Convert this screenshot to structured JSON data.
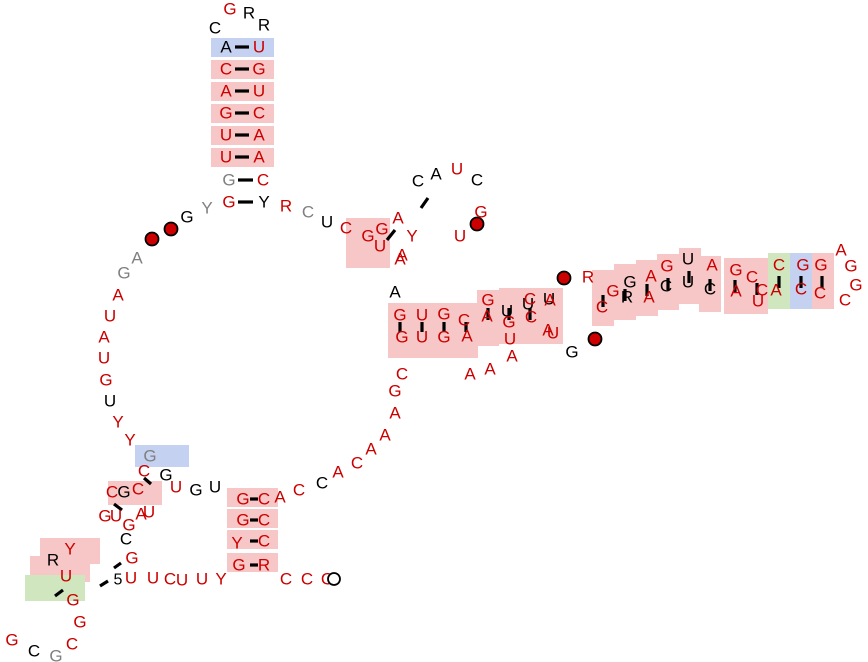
{
  "colors": {
    "red": "#cc0000",
    "black": "#000000",
    "gray": "#808080",
    "hl_red": "#f7c6c6",
    "hl_blue": "#c4d1f0",
    "hl_green": "#cfe6bf",
    "marker_fill": "#cc0000"
  },
  "five_prime_label": "5",
  "nucleotides": [
    {
      "ch": "C",
      "c": "black"
    },
    {
      "ch": "G",
      "c": "red"
    },
    {
      "ch": "R",
      "c": "black"
    },
    {
      "ch": "R",
      "c": "black"
    },
    {
      "ch": "A",
      "c": "black"
    },
    {
      "ch": "U",
      "c": "red"
    },
    {
      "ch": "C",
      "c": "red"
    },
    {
      "ch": "G",
      "c": "red"
    },
    {
      "ch": "A",
      "c": "red"
    },
    {
      "ch": "U",
      "c": "red"
    },
    {
      "ch": "G",
      "c": "red"
    },
    {
      "ch": "C",
      "c": "red"
    },
    {
      "ch": "U",
      "c": "red"
    },
    {
      "ch": "A",
      "c": "red"
    },
    {
      "ch": "U",
      "c": "red"
    },
    {
      "ch": "A",
      "c": "red"
    },
    {
      "ch": "G",
      "c": "gray"
    },
    {
      "ch": "C",
      "c": "red"
    },
    {
      "ch": "G",
      "c": "red"
    },
    {
      "ch": "Y",
      "c": "black"
    },
    {
      "ch": "Y",
      "c": "gray"
    },
    {
      "ch": "G",
      "c": "black"
    },
    {
      "ch": "A",
      "c": "gray"
    },
    {
      "ch": "G",
      "c": "gray"
    },
    {
      "ch": "A",
      "c": "red"
    },
    {
      "ch": "U",
      "c": "red"
    },
    {
      "ch": "A",
      "c": "red"
    },
    {
      "ch": "U",
      "c": "red"
    },
    {
      "ch": "G",
      "c": "red"
    },
    {
      "ch": "U",
      "c": "black"
    },
    {
      "ch": "Y",
      "c": "red"
    },
    {
      "ch": "Y",
      "c": "red"
    },
    {
      "ch": "R",
      "c": "red"
    },
    {
      "ch": "C",
      "c": "gray"
    },
    {
      "ch": "U",
      "c": "black"
    },
    {
      "ch": "C",
      "c": "red"
    },
    {
      "ch": "G",
      "c": "red"
    },
    {
      "ch": "U",
      "c": "red"
    },
    {
      "ch": "A",
      "c": "red"
    },
    {
      "ch": "G",
      "c": "red"
    },
    {
      "ch": "C",
      "c": "black"
    },
    {
      "ch": "A",
      "c": "black"
    },
    {
      "ch": "U",
      "c": "red"
    },
    {
      "ch": "C",
      "c": "black"
    },
    {
      "ch": "G",
      "c": "red"
    },
    {
      "ch": "U",
      "c": "red"
    },
    {
      "ch": "A",
      "c": "red"
    },
    {
      "ch": "Y",
      "c": "red"
    },
    {
      "ch": "A",
      "c": "red"
    },
    {
      "ch": "A",
      "c": "black"
    },
    {
      "ch": "G",
      "c": "red"
    },
    {
      "ch": "G",
      "c": "red"
    },
    {
      "ch": "U",
      "c": "red"
    },
    {
      "ch": "U",
      "c": "red"
    },
    {
      "ch": "G",
      "c": "red"
    },
    {
      "ch": "G",
      "c": "red"
    },
    {
      "ch": "C",
      "c": "red"
    },
    {
      "ch": "A",
      "c": "red"
    },
    {
      "ch": "U",
      "c": "black"
    },
    {
      "ch": "U",
      "c": "black"
    },
    {
      "ch": "U",
      "c": "black"
    },
    {
      "ch": "G",
      "c": "red"
    },
    {
      "ch": "A",
      "c": "red"
    },
    {
      "ch": "G",
      "c": "red"
    },
    {
      "ch": "U",
      "c": "red"
    },
    {
      "ch": "C",
      "c": "red"
    },
    {
      "ch": "C",
      "c": "red"
    },
    {
      "ch": "A",
      "c": "red"
    },
    {
      "ch": "A",
      "c": "red"
    },
    {
      "ch": "U",
      "c": "red"
    },
    {
      "ch": "G",
      "c": "black"
    },
    {
      "ch": "R",
      "c": "red"
    },
    {
      "ch": "G",
      "c": "red"
    },
    {
      "ch": "C",
      "c": "red"
    },
    {
      "ch": "G",
      "c": "black"
    },
    {
      "ch": "R",
      "c": "black"
    },
    {
      "ch": "A",
      "c": "red"
    },
    {
      "ch": "A",
      "c": "red"
    },
    {
      "ch": "G",
      "c": "red"
    },
    {
      "ch": "C",
      "c": "black"
    },
    {
      "ch": "U",
      "c": "black"
    },
    {
      "ch": "U",
      "c": "black"
    },
    {
      "ch": "A",
      "c": "red"
    },
    {
      "ch": "C",
      "c": "black"
    },
    {
      "ch": "G",
      "c": "red"
    },
    {
      "ch": "A",
      "c": "red"
    },
    {
      "ch": "C",
      "c": "red"
    },
    {
      "ch": "U",
      "c": "red"
    },
    {
      "ch": "C",
      "c": "red"
    },
    {
      "ch": "C",
      "c": "red"
    },
    {
      "ch": "A",
      "c": "red"
    },
    {
      "ch": "G",
      "c": "red"
    },
    {
      "ch": "C",
      "c": "red"
    },
    {
      "ch": "G",
      "c": "red"
    },
    {
      "ch": "C",
      "c": "red"
    },
    {
      "ch": "A",
      "c": "red"
    },
    {
      "ch": "G",
      "c": "red"
    },
    {
      "ch": "G",
      "c": "red"
    },
    {
      "ch": "C",
      "c": "red"
    },
    {
      "ch": "A",
      "c": "red"
    },
    {
      "ch": "A",
      "c": "red"
    },
    {
      "ch": "A",
      "c": "red"
    },
    {
      "ch": "C",
      "c": "red"
    },
    {
      "ch": "G",
      "c": "red"
    },
    {
      "ch": "A",
      "c": "red"
    },
    {
      "ch": "A",
      "c": "red"
    },
    {
      "ch": "A",
      "c": "red"
    },
    {
      "ch": "C",
      "c": "red"
    },
    {
      "ch": "A",
      "c": "red"
    },
    {
      "ch": "C",
      "c": "black"
    },
    {
      "ch": "C",
      "c": "red"
    },
    {
      "ch": "A",
      "c": "red"
    },
    {
      "ch": "C",
      "c": "red"
    },
    {
      "ch": "G",
      "c": "red"
    },
    {
      "ch": "C",
      "c": "red"
    },
    {
      "ch": "G",
      "c": "red"
    },
    {
      "ch": "C",
      "c": "red"
    },
    {
      "ch": "Y",
      "c": "red"
    },
    {
      "ch": "R",
      "c": "red"
    },
    {
      "ch": "G",
      "c": "red"
    },
    {
      "ch": "C",
      "c": "red"
    },
    {
      "ch": "C",
      "c": "red"
    },
    {
      "ch": "C",
      "c": "red"
    },
    {
      "ch": "U",
      "c": "black"
    },
    {
      "ch": "G",
      "c": "black"
    },
    {
      "ch": "U",
      "c": "red"
    },
    {
      "ch": "G",
      "c": "gray"
    },
    {
      "ch": "G",
      "c": "black"
    },
    {
      "ch": "C",
      "c": "red"
    },
    {
      "ch": "C",
      "c": "red"
    },
    {
      "ch": "G",
      "c": "black"
    },
    {
      "ch": "C",
      "c": "red"
    },
    {
      "ch": "U",
      "c": "red"
    },
    {
      "ch": "G",
      "c": "red"
    },
    {
      "ch": "G",
      "c": "red"
    },
    {
      "ch": "U",
      "c": "red"
    },
    {
      "ch": "A",
      "c": "red"
    },
    {
      "ch": "C",
      "c": "black"
    },
    {
      "ch": "G",
      "c": "red"
    },
    {
      "ch": "U",
      "c": "red"
    },
    {
      "ch": "U",
      "c": "red"
    },
    {
      "ch": "C",
      "c": "red"
    },
    {
      "ch": "U",
      "c": "red"
    },
    {
      "ch": "U",
      "c": "red"
    },
    {
      "ch": "Y",
      "c": "red"
    },
    {
      "ch": "Y",
      "c": "red"
    },
    {
      "ch": "R",
      "c": "black"
    },
    {
      "ch": "U",
      "c": "red"
    },
    {
      "ch": "G",
      "c": "red"
    },
    {
      "ch": "G",
      "c": "red"
    },
    {
      "ch": "C",
      "c": "red"
    },
    {
      "ch": "G",
      "c": "gray"
    },
    {
      "ch": "C",
      "c": "black"
    },
    {
      "ch": "G",
      "c": "red"
    }
  ]
}
